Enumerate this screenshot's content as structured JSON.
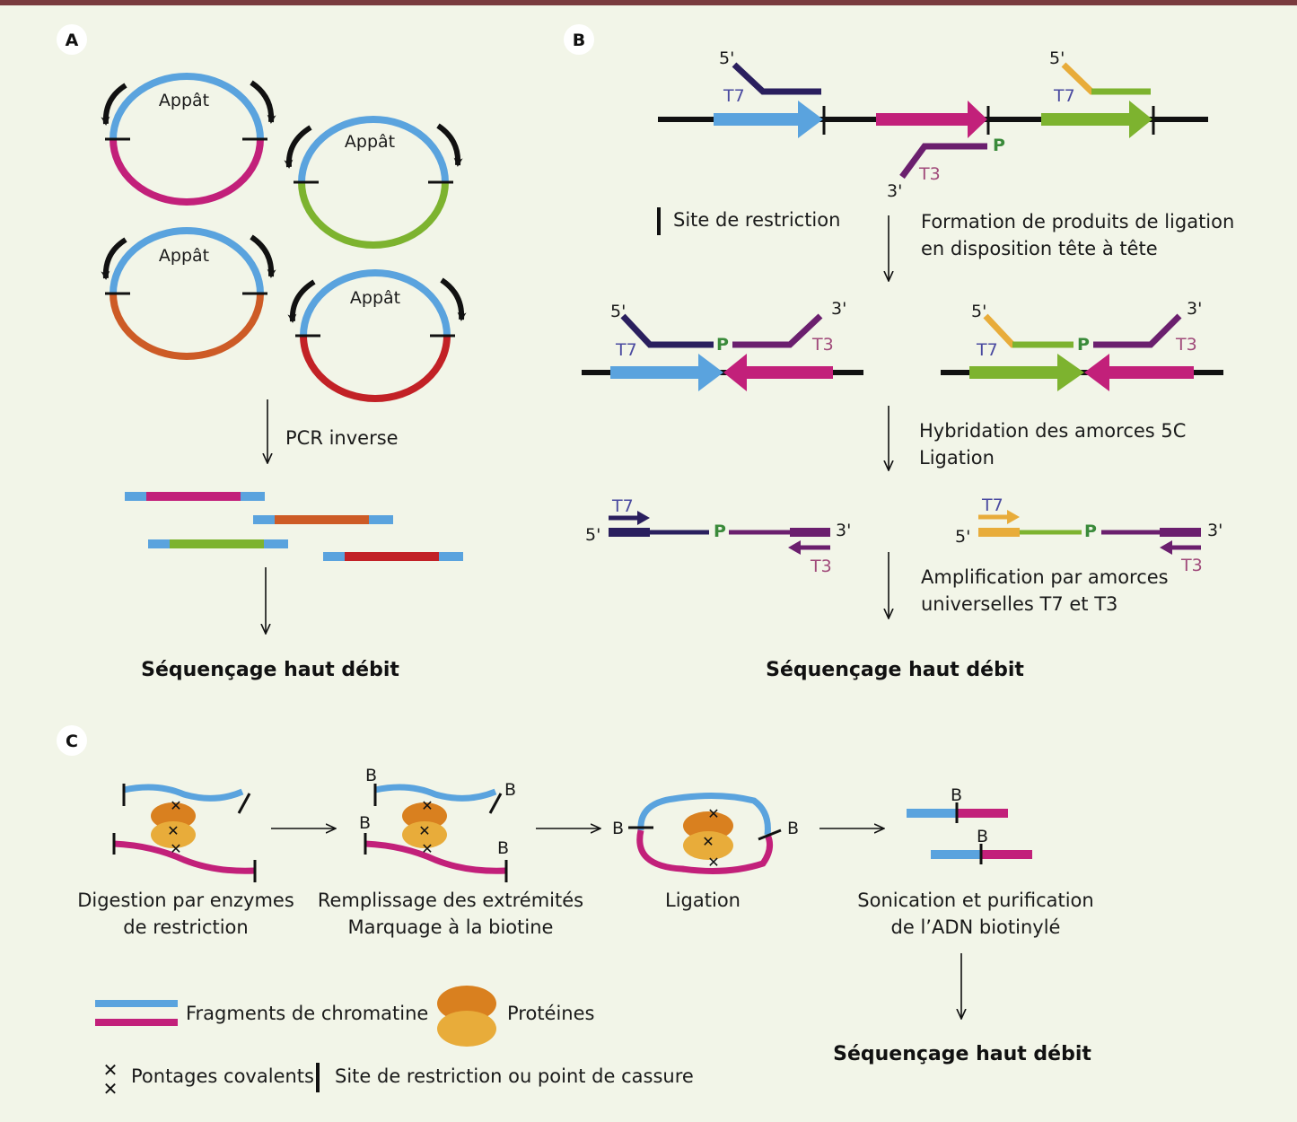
{
  "panels": {
    "a": "A",
    "b": "B",
    "c": "C"
  },
  "panel_a": {
    "bait": "Appât",
    "pcr": "PCR inverse",
    "seq": "Séquençage haut débit"
  },
  "panel_b": {
    "five_prime": "5'",
    "three_prime": "3'",
    "t7": "T7",
    "t3": "T3",
    "p": "P",
    "site_legend": "Site de restriction",
    "formation_line1": "Formation de produits de ligation",
    "formation_line2": "en disposition tête à tête",
    "hybrid_line1": "Hybridation des amorces 5C",
    "hybrid_line2": "Ligation",
    "ampli_line1": "Amplification par amorces",
    "ampli_line2": "universelles T7 et T3",
    "seq": "Séquençage haut débit"
  },
  "panel_c": {
    "b": "B",
    "step1_line1": "Digestion par enzymes",
    "step1_line2": "de restriction",
    "step2_line1": "Remplissage des extrémités",
    "step2_line2": "Marquage à la biotine",
    "step3": "Ligation",
    "step4_line1": "Sonication et purification",
    "step4_line2": "de l’ADN biotinylé",
    "seq": "Séquençage haut débit",
    "legend_chromatin": "Fragments de chromatine",
    "legend_proteins": "Protéines",
    "legend_crosslinks": "Pontages covalents",
    "legend_site": "Site de restriction ou point de cassure"
  },
  "colors": {
    "blue": "#5aa3de",
    "magenta": "#c2207a",
    "green": "#7db32f",
    "orange": "#cd5b26",
    "red": "#c22126",
    "navy": "#2a1f5e",
    "purple": "#6b1f6e",
    "yellow": "#e8ac3a",
    "protein_dark": "#d9801f",
    "protein_light": "#e8ac3a",
    "p_green": "#3a8a3a",
    "t7_text": "#4a4aa0",
    "t3_text": "#a04a7a"
  }
}
